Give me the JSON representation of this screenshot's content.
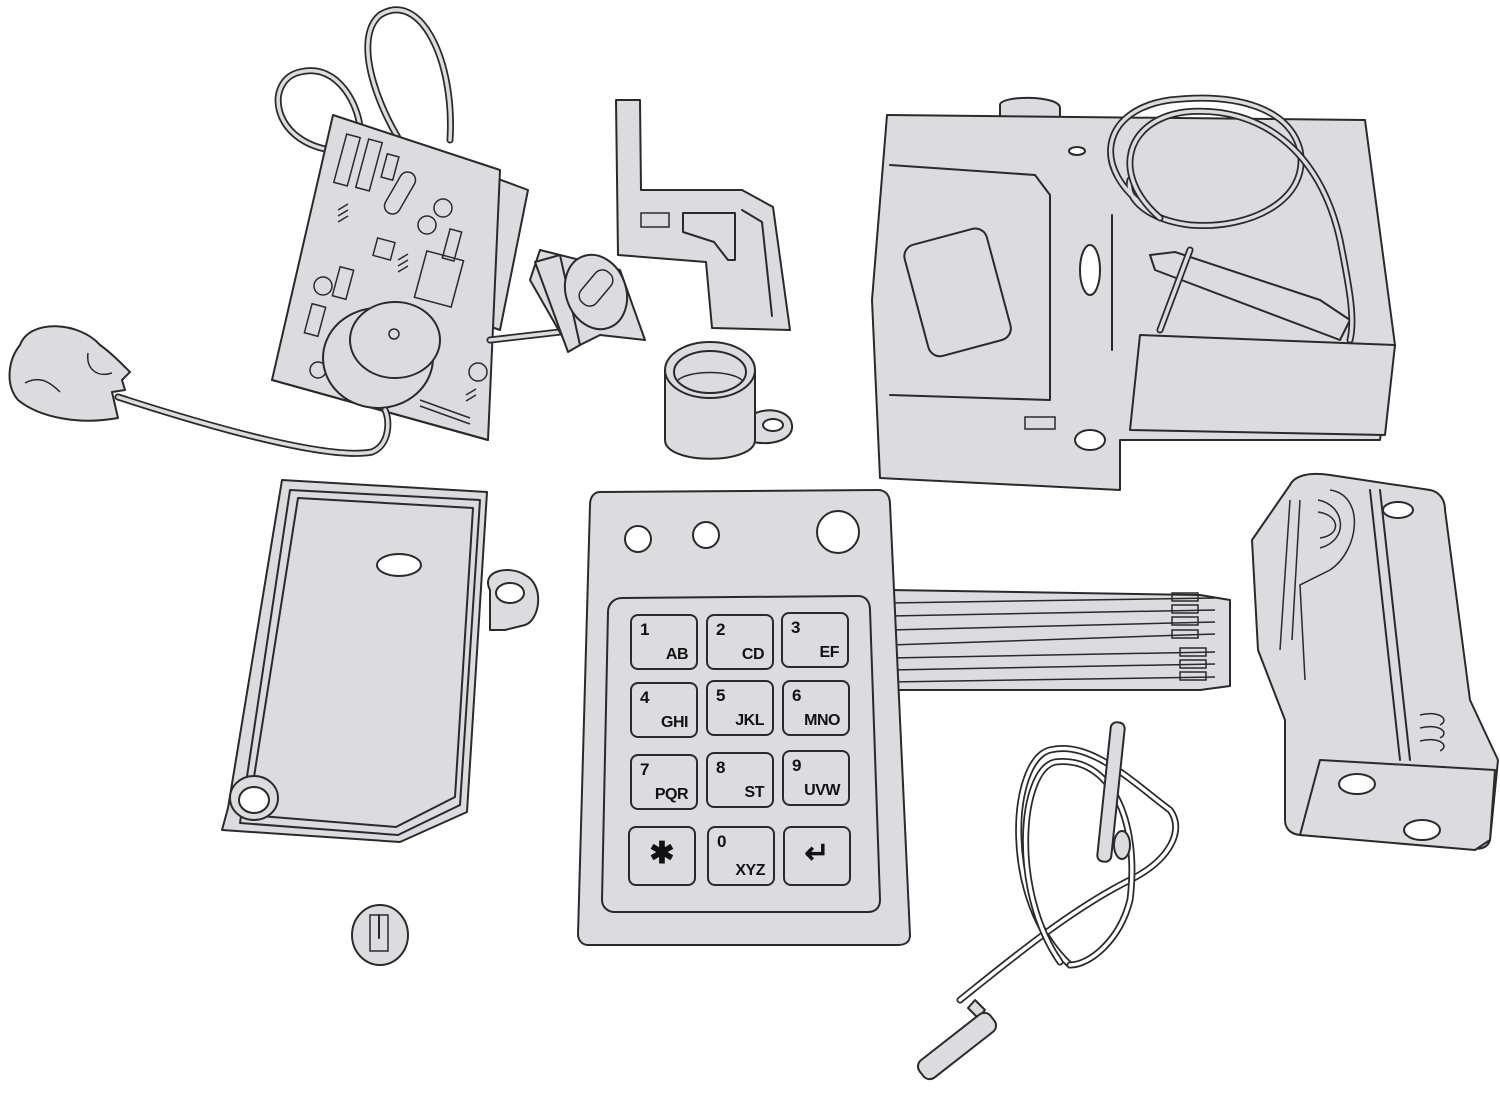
{
  "figure": {
    "type": "exploded parts diagram",
    "subject": "electronic keypad lock kit",
    "background_color": "#ffffff",
    "part_fill_color": "#dcdce0",
    "outline_color": "#2a2a2a",
    "parts": [
      {
        "name": "circuit-board",
        "description": "PCB with components, buzzer and wire loop"
      },
      {
        "name": "microphone-sensor",
        "description": "blob-shaped sensor on a cable"
      },
      {
        "name": "swivel-mount",
        "description": "angled mount with slot"
      },
      {
        "name": "latch-bracket",
        "description": "L-shaped bracket with two slots"
      },
      {
        "name": "cup-bushing",
        "description": "cylindrical cup with eyelet tab"
      },
      {
        "name": "lock-housing",
        "description": "main housing with coiled wires"
      },
      {
        "name": "back-cover",
        "description": "flat cover plate with screw bosses"
      },
      {
        "name": "screw-cap",
        "description": "small round cap"
      },
      {
        "name": "membrane-keypad",
        "description": "12-key keypad with ribbon cable"
      },
      {
        "name": "battery-holder",
        "description": "2-cell battery holder with springs"
      },
      {
        "name": "connector-cable",
        "description": "looped cable with plug"
      }
    ]
  },
  "keypad": {
    "holes": 3,
    "ribbon_wires": 7,
    "keys": [
      {
        "num": "1",
        "letters": "AB"
      },
      {
        "num": "2",
        "letters": "CD"
      },
      {
        "num": "3",
        "letters": "EF"
      },
      {
        "num": "4",
        "letters": "GHI"
      },
      {
        "num": "5",
        "letters": "JKL"
      },
      {
        "num": "6",
        "letters": "MNO"
      },
      {
        "num": "7",
        "letters": "PQR"
      },
      {
        "num": "8",
        "letters": "ST"
      },
      {
        "num": "9",
        "letters": "UVW"
      },
      {
        "symbol": "✱",
        "label": "star"
      },
      {
        "num": "0",
        "letters": "XYZ"
      },
      {
        "symbol": "↵",
        "label": "enter"
      }
    ]
  }
}
